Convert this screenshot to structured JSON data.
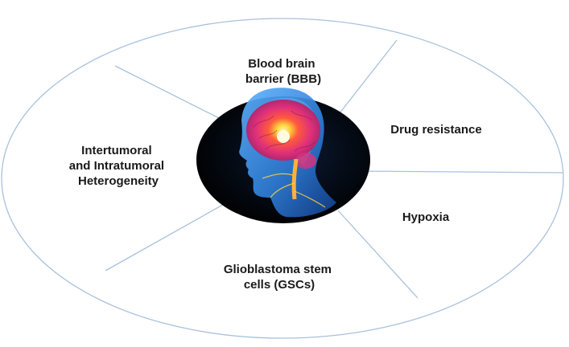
{
  "colors": {
    "outline": "#a9c1dd",
    "text": "#1a1a1a",
    "brain_glow": "#ff5a3c",
    "head_blue": "#2f7ed8"
  },
  "center_image": {
    "icon": "human-head-brain-icon"
  },
  "segments": [
    {
      "id": "bbb",
      "lines": [
        "Blood brain",
        "barrier (BBB)"
      ]
    },
    {
      "id": "drug",
      "lines": [
        "Drug resistance"
      ]
    },
    {
      "id": "hypoxia",
      "lines": [
        "Hypoxia"
      ]
    },
    {
      "id": "gsc",
      "lines": [
        "Glioblastoma stem",
        "cells (GSCs)"
      ]
    },
    {
      "id": "heterogeneity",
      "lines": [
        "Intertumoral",
        "and Intratumoral",
        "Heterogeneity"
      ]
    }
  ]
}
